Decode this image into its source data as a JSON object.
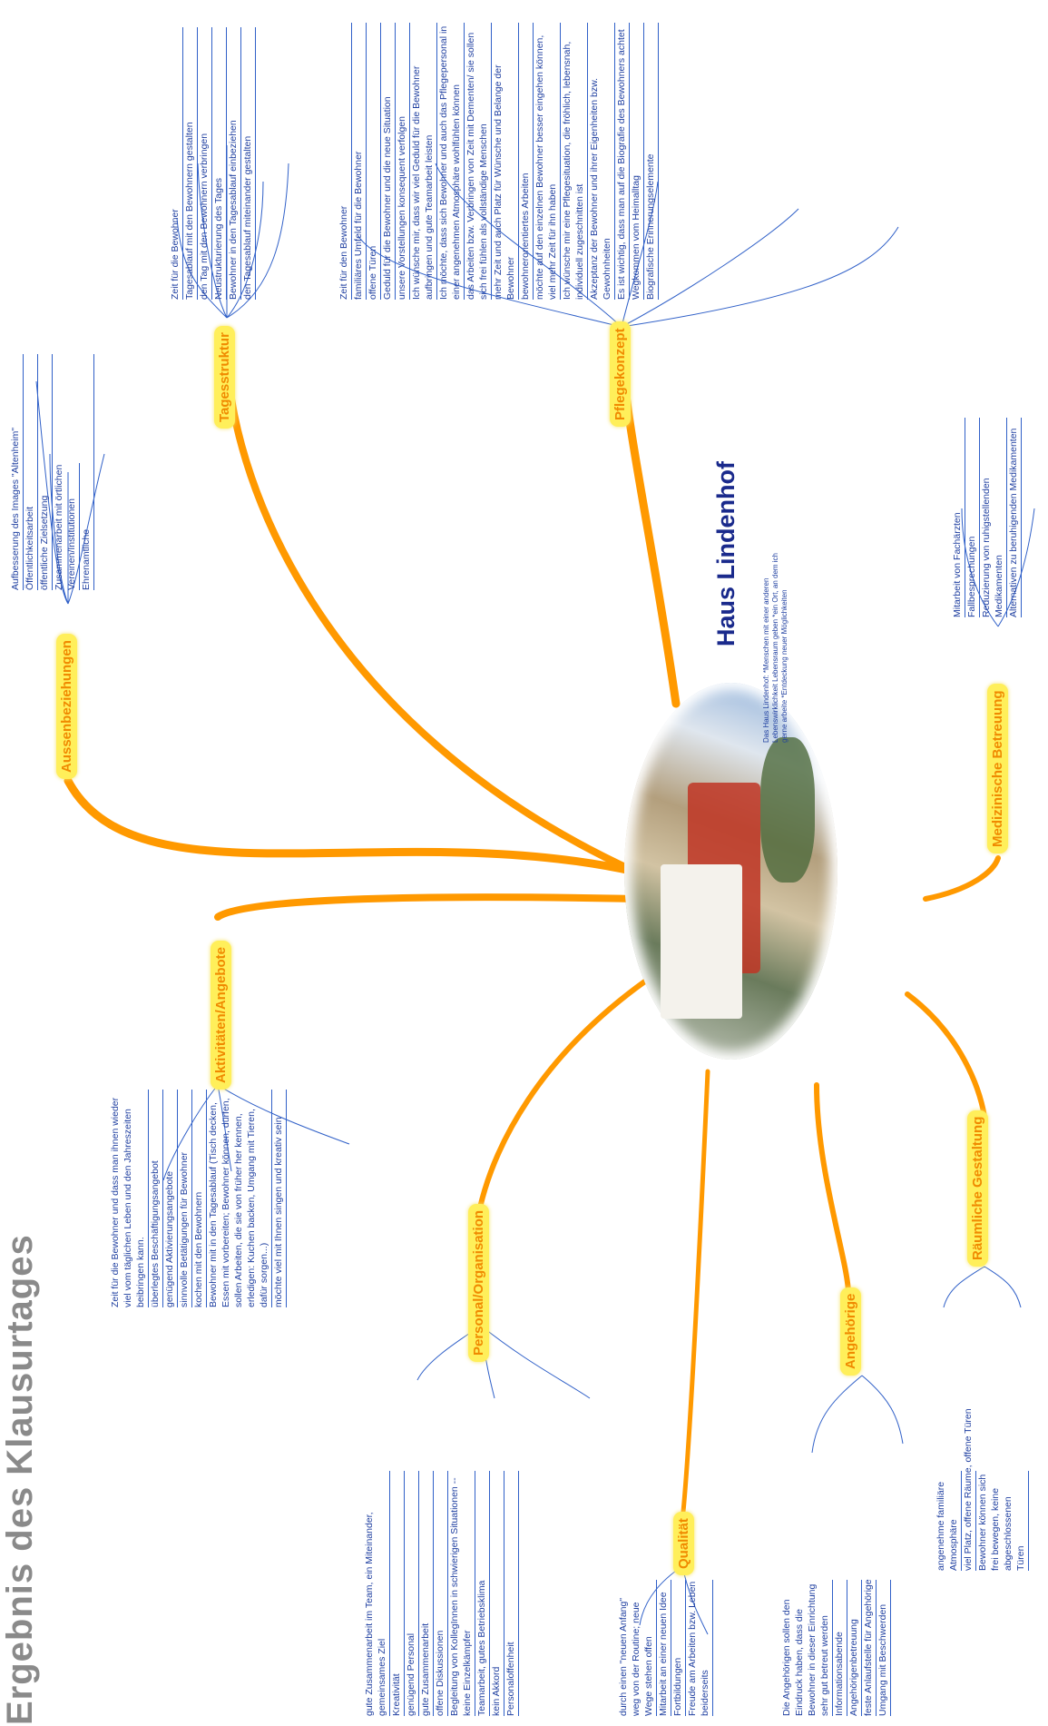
{
  "title": "Ergebnis des Klausurtages",
  "center": {
    "name": "Haus Lindenhof",
    "note": "Das Haus Lindenhof: *Menschen mit einer anderen Lebenswirklichkeit Lebensraum geben *ein Ort, an dem ich gerne arbeite *Entdeckung neuer Möglichkeiten",
    "photo_icon": "house-photo"
  },
  "colors": {
    "branch_line": "#ff9900",
    "branch_label_bg": "#ffef5a",
    "branch_label_text": "#f08a00",
    "leaf_text": "#1f3fa0",
    "title": "#8a8a8a",
    "center_title": "#1a2a8c"
  },
  "branches": [
    {
      "label": "Aussenbeziehungen",
      "items": [
        "Aufbesserung des Images \"Altenheim\"",
        "Öffentlichkeitsarbeit",
        "öffentliche Zielsetzung",
        "Zusammenarbeit mit örtlichen Vereinen/Institutionen",
        "Ehrenamtliche"
      ]
    },
    {
      "label": "Tagesstruktur",
      "items": [
        "Zeit für die Bewohner",
        "Tagesablauf mit den Bewohnern gestalten",
        "den Tag mit den Bewohnern verbringen",
        "Neustrukturierung des Tages",
        "Bewohner in den Tagesablauf einbeziehen",
        "den Tagesablauf miteinander gestalten"
      ]
    },
    {
      "label": "Pflegekonzept",
      "items": [
        "Zeit für den Bewohner",
        "familiäres Umfeld für die Bewohner",
        "offene Türen",
        "Geduld für die Bewohner und die neue Situation",
        "unsere Vorstellungen konsequent verfolgen",
        "Ich wünsche mir, dass wir viel Geduld für die Bewohner aufbringen und gute Teamarbeit leisten",
        "Ich möchte, dass sich Bewohner und auch das Pflegepersonal in einer angenehmen Atmosphäre wohlfühlen können",
        "das Arbeiten bzw. Verbringen von Zeit mit Dementen/ sie sollen sich frei fühlen als vollständige Menschen",
        "mehr Zeit und auch Platz für Wünsche und Belange der Bewohner",
        "bewohnerorientiertes Arbeiten",
        "möchte auf den einzelnen Bewohner besser eingehen können, viel mehr Zeit für ihn haben",
        "Ich wünsche mir eine Pflegesituation, die fröhlich, lebensnah, individuell zugeschnitten ist",
        "Akzeptanz der Bewohner und ihrer Eigenheiten bzw. Gewohnheiten",
        "Es ist wichtig, dass man auf die Biografie des Bewohners achtet",
        "Wegkommen vom Heimalltag",
        "Biografische Erinnerungselemente"
      ]
    },
    {
      "label": "Aktivitäten/Angebote",
      "items": [
        "Zeit für die Bewohner und dass man ihnen wieder viel vom täglichen Leben und den Jahreszeiten beibringen kann.",
        "überlegtes Beschäftigungsangebot",
        "genügend Aktivierungsangebote",
        "sinnvolle Betätigungen für Bewohner",
        "kochen mit den Bewohnern",
        "Bewohner mit in den Tagesablauf (Tisch decken, Essen mit vorbereiten; Bewohner können, dürfen, sollen Arbeiten, die sie von früher her kennen, erledigen: Kuchen backen, Umgang mit Tieren, dafür sorgen...)",
        "möchte viel mit Ihnen singen und kreativ sein"
      ]
    },
    {
      "label": "Personal/Organisation",
      "items": [
        "gute Zusammenarbeit im Team, ein Miteinander, gemeinsames Ziel",
        "Kreativität",
        "genügend Personal",
        "gute Zusammenarbeit",
        "offene Diskussionen",
        "Begleitung von KollegInnen in schwierigen Situationen -- keine Einzelkämpfer",
        "Teamarbeit, gutes Betriebsklima",
        "kein Akkord",
        "Personaloffenheit"
      ]
    },
    {
      "label": "Qualität",
      "items": [
        "durch einen \"neuen Anfang\" weg von der Routine; neue Wege stehen offen",
        "Mitarbeit an einer neuen Idee",
        "Fortbildungen",
        "Freude am Arbeiten bzw. Leben beiderseits"
      ]
    },
    {
      "label": "Angehörige",
      "items": [
        "Die Angehörigen sollen den Eindruck haben, dass die Bewohner in dieser Einrichtung sehr gut betreut werden",
        "Informationsabende",
        "Angehörigenbetreuung",
        "feste Anlaufstelle für Angehörige",
        "Umgang mit Beschwerden"
      ]
    },
    {
      "label": "Räumliche Gestaltung",
      "items": [
        "angenehme familiäre Atmosphäre",
        "viel Platz, offene Räume, offene Türen",
        "Bewohner können sich frei bewegen, keine abgeschlossenen Türen"
      ]
    },
    {
      "label": "Medizinische Betreuung",
      "items": [
        "Mitarbeit von Fachärzten",
        "Fallbesprechungen",
        "Reduzierung von ruhigstellenden Medikamenten",
        "Alternativen zu beruhigenden Medikamenten"
      ]
    }
  ]
}
